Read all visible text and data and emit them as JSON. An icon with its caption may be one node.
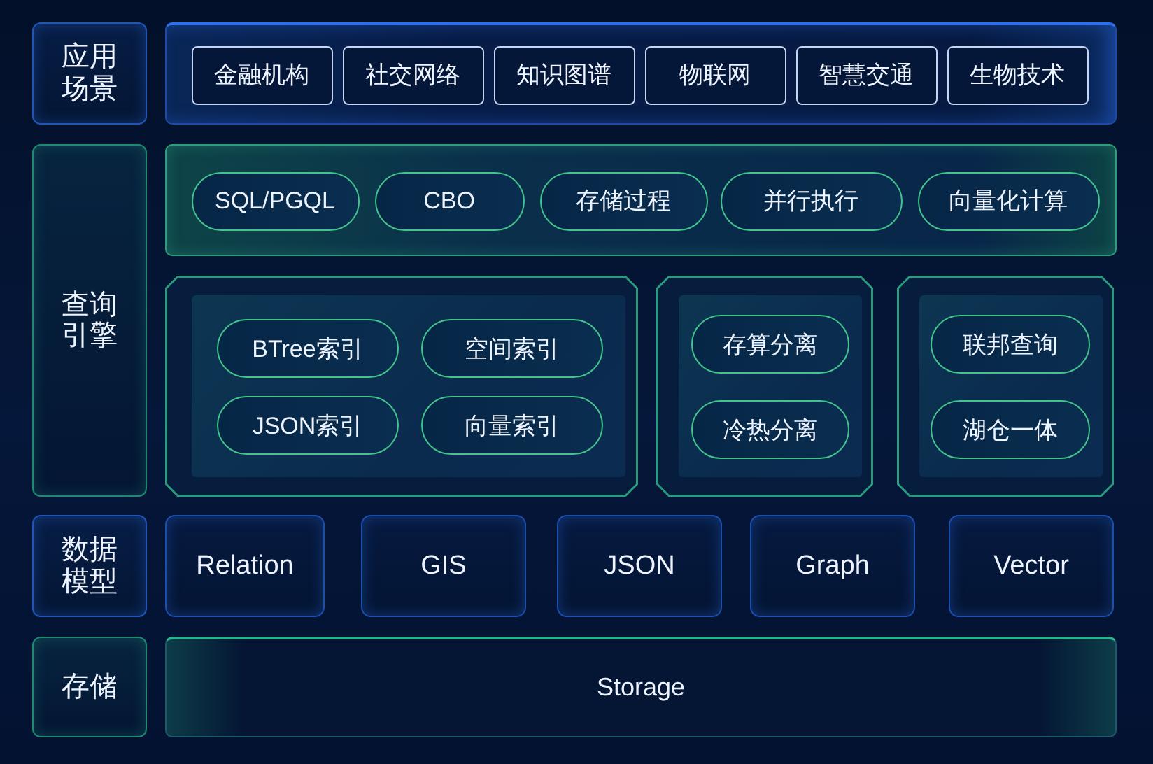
{
  "diagram": {
    "nodes": [
      {
        "text": [
          "应用场景"
        ]
      },
      {
        "text": [],
        "shape": "box"
      },
      {
        "text": [
          "金融机构"
        ],
        "in": 1
      },
      {
        "text": [
          "社交网络"
        ],
        "in": 1
      },
      {
        "text": [
          "知识图谱"
        ],
        "in": 1
      },
      {
        "text": [
          "物联网"
        ],
        "in": 1
      },
      {
        "text": [
          "智慧交通"
        ],
        "in": 1
      },
      {
        "text": [
          "生物技术"
        ],
        "in": 1
      },
      {
        "text": [
          "查询引擎"
        ]
      },
      {
        "text": [],
        "shape": "box"
      },
      {
        "text": [
          "SQL/PGQL"
        ],
        "in": 9
      },
      {
        "text": [
          "CBO"
        ],
        "in": 9
      },
      {
        "text": [
          "存储过程"
        ],
        "in": 9
      },
      {
        "text": [
          "并行执行"
        ],
        "in": 9
      },
      {
        "text": [
          "向量化计算"
        ],
        "in": 9
      },
      {
        "text": [],
        "shape": "box"
      },
      {
        "text": [],
        "shape": "box",
        "in": 15
      },
      {
        "text": [
          "BTree索引"
        ],
        "in": 16
      },
      {
        "text": [
          "空间索引"
        ],
        "in": 16
      },
      {
        "text": [
          "JSON索引"
        ],
        "in": 16
      },
      {
        "text": [
          "向量索引"
        ],
        "in": 16
      },
      {
        "text": [],
        "shape": "box"
      },
      {
        "text": [],
        "shape": "box",
        "in": 21
      },
      {
        "text": [
          "存算分离"
        ],
        "in": 22
      },
      {
        "text": [
          "冷热分离"
        ],
        "in": 22
      },
      {
        "text": [],
        "shape": "box"
      },
      {
        "text": [],
        "shape": "box",
        "in": 25
      },
      {
        "text": [
          "联邦查询"
        ],
        "in": 26
      },
      {
        "text": [
          "湖仓一体"
        ],
        "in": 26
      },
      {
        "text": [
          "数据模型"
        ]
      },
      {
        "text": [
          "Relation"
        ]
      },
      {
        "text": [
          "GIS"
        ]
      },
      {
        "text": [
          "JSON"
        ]
      },
      {
        "text": [
          "Graph"
        ]
      },
      {
        "text": [
          "Vector"
        ]
      },
      {
        "text": [
          "存储"
        ]
      },
      {
        "text": [
          "Storage"
        ]
      }
    ]
  }
}
